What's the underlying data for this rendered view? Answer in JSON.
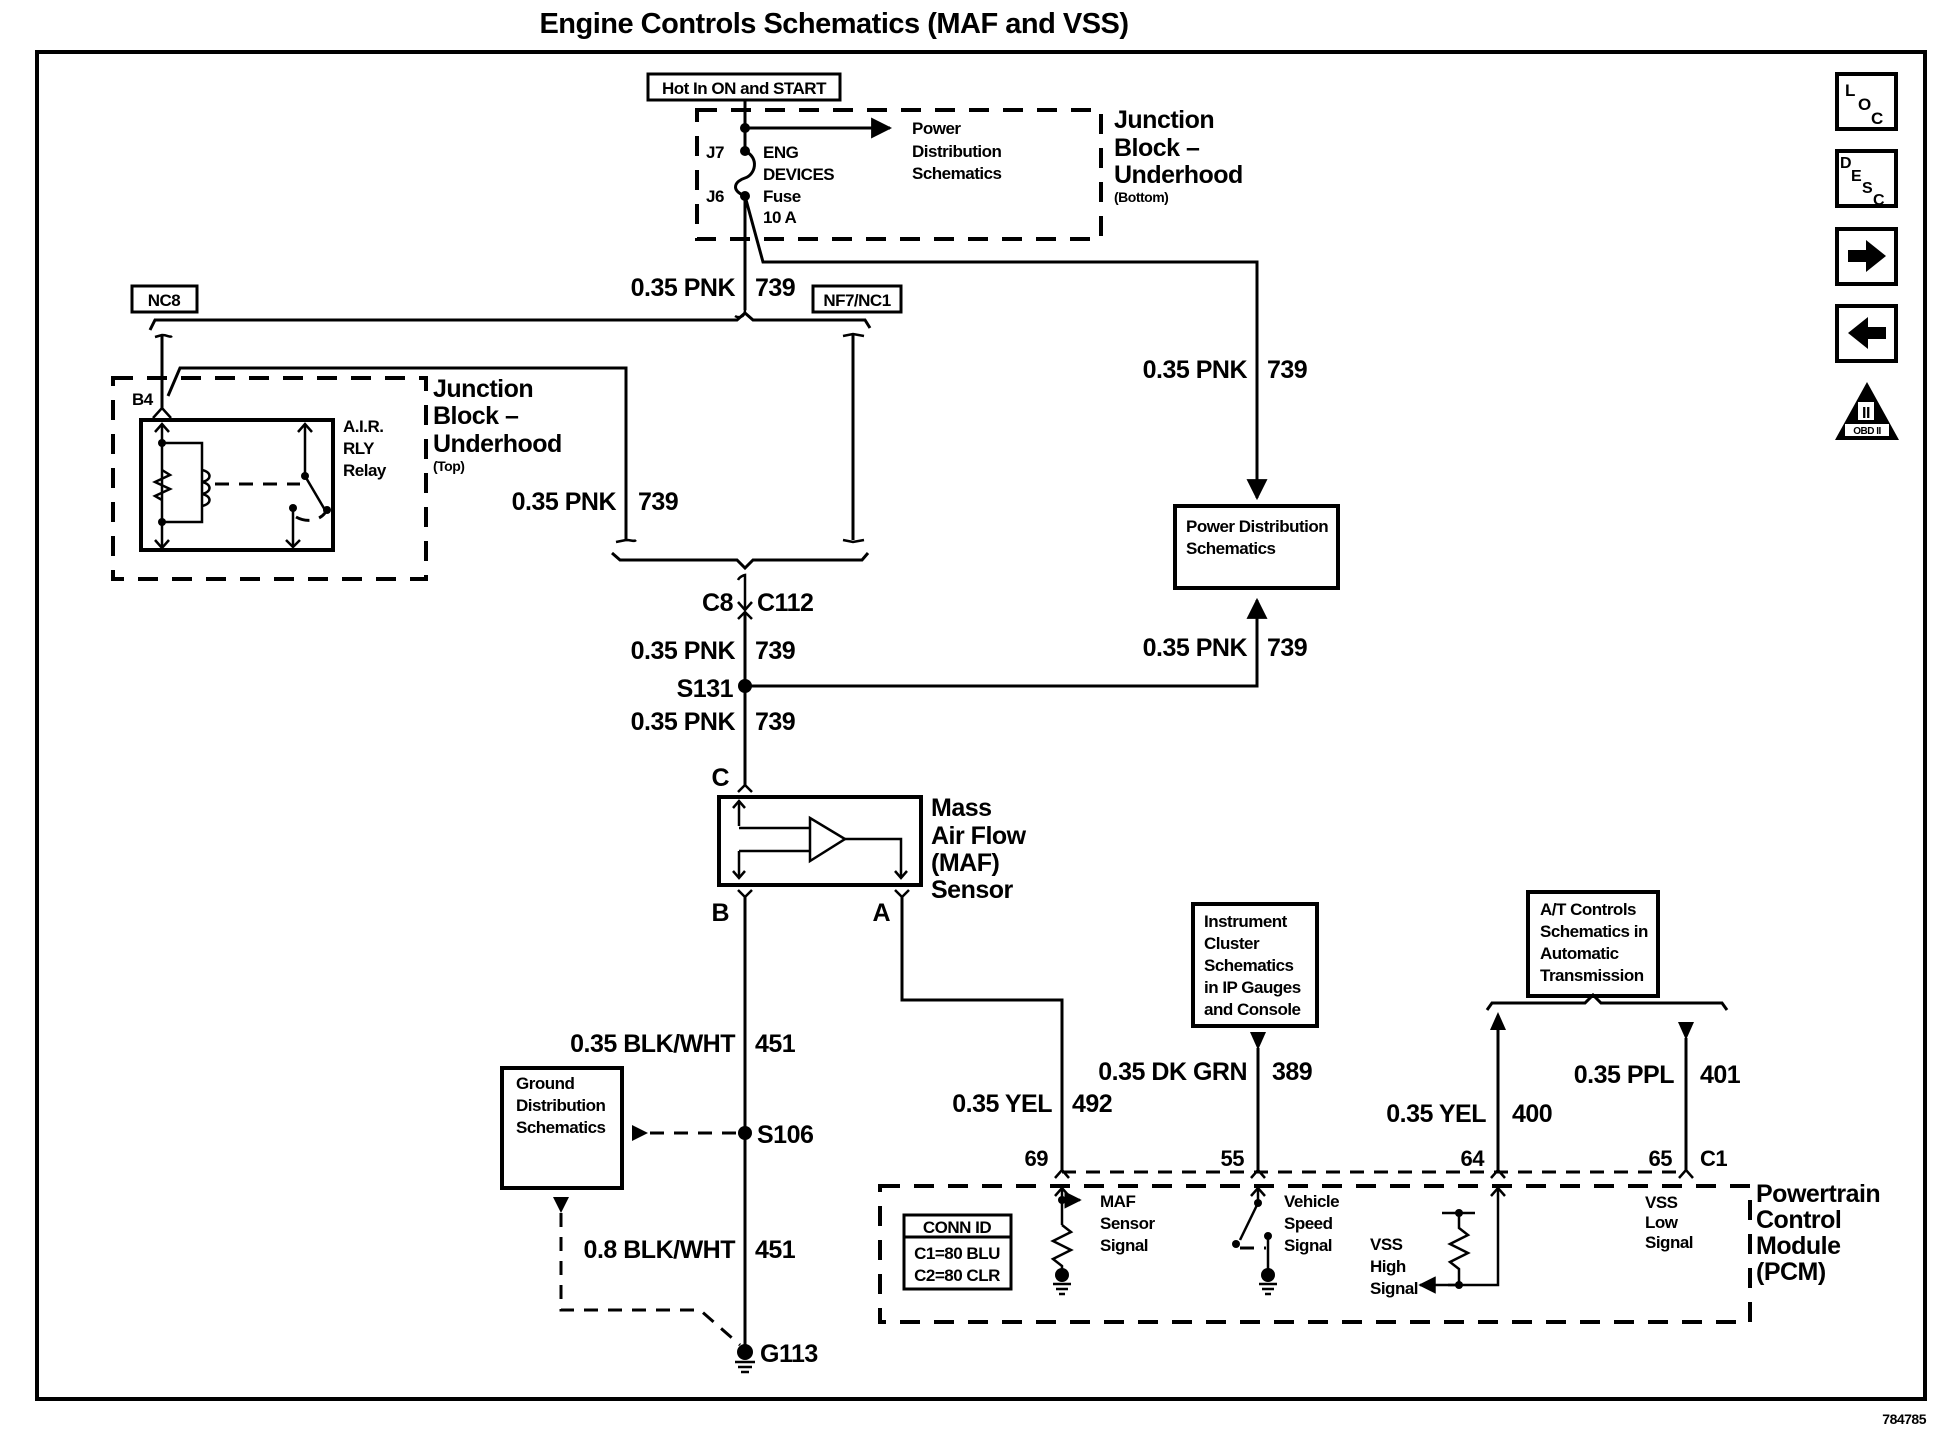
{
  "title": "Engine Controls Schematics (MAF and VSS)",
  "figure_id": "784785",
  "nav_icons": [
    {
      "name": "loc-icon",
      "label": "LOC"
    },
    {
      "name": "desc-icon",
      "label": "DESC"
    },
    {
      "name": "next-arrow-icon",
      "label": "→"
    },
    {
      "name": "prev-arrow-icon",
      "label": "←"
    },
    {
      "name": "obd2-icon",
      "label": "OBD II",
      "numeral": "II"
    }
  ],
  "power_source": "Hot In ON and START",
  "junction_block_bottom": {
    "lines": [
      "Junction",
      "Block –",
      "Underhood"
    ],
    "sub": "(Bottom)",
    "pin_top": "J7",
    "pin_bottom": "J6",
    "fuse_lines": [
      "ENG",
      "DEVICES",
      "Fuse",
      "10 A"
    ],
    "ref_lines": [
      "Power",
      "Distribution",
      "Schematics"
    ]
  },
  "junction_block_top": {
    "lines": [
      "Junction",
      "Block –",
      "Underhood"
    ],
    "sub": "(Top)",
    "pin": "B4",
    "relay_lines": [
      "A.I.R.",
      "RLY",
      "Relay"
    ]
  },
  "connector_tags": {
    "nc8": "NC8",
    "nf7_nc1": "NF7/NC1"
  },
  "wires": {
    "w1": {
      "gauge_color": "0.35 PNK",
      "circuit": "739"
    },
    "w2": {
      "gauge_color": "0.35 PNK",
      "circuit": "739"
    },
    "w3": {
      "gauge_color": "0.35 PNK",
      "circuit": "739"
    },
    "w4": {
      "gauge_color": "0.35 PNK",
      "circuit": "739"
    },
    "w5": {
      "gauge_color": "0.35 PNK",
      "circuit": "739"
    },
    "w6": {
      "gauge_color": "0.35 PNK",
      "circuit": "739"
    },
    "w7": {
      "gauge_color": "0.35 BLK/WHT",
      "circuit": "451"
    },
    "w8": {
      "gauge_color": "0.8 BLK/WHT",
      "circuit": "451"
    },
    "w9": {
      "gauge_color": "0.35 YEL",
      "circuit": "492"
    },
    "w10": {
      "gauge_color": "0.35 DK GRN",
      "circuit": "389"
    },
    "w11": {
      "gauge_color": "0.35 YEL",
      "circuit": "400"
    },
    "w12": {
      "gauge_color": "0.35 PPL",
      "circuit": "401"
    }
  },
  "connectors": {
    "c8": "C8",
    "c112": "C112",
    "maf_c": "C",
    "maf_b": "B",
    "maf_a": "A",
    "pcm_c1": "C1"
  },
  "splices": {
    "s131": "S131",
    "s106": "S106",
    "g113": "G113"
  },
  "power_dist_box": [
    "Power Distribution",
    "Schematics"
  ],
  "maf_sensor": [
    "Mass",
    "Air Flow",
    "(MAF)",
    "Sensor"
  ],
  "ground_dist_box": [
    "Ground",
    "Distribution",
    "Schematics"
  ],
  "instrument_box": [
    "Instrument",
    "Cluster",
    "Schematics",
    "in IP Gauges",
    "and Console"
  ],
  "at_box": [
    "A/T Controls",
    "Schematics in",
    "Automatic",
    "Transmission"
  ],
  "pcm": {
    "lines": [
      "Powertrain",
      "Control",
      "Module",
      "(PCM)"
    ],
    "pins": {
      "p69": "69",
      "p55": "55",
      "p64": "64",
      "p65": "65"
    },
    "maf_signal": [
      "MAF",
      "Sensor",
      "Signal"
    ],
    "vss_signal": [
      "Vehicle",
      "Speed",
      "Signal"
    ],
    "vss_high": [
      "VSS",
      "High",
      "Signal"
    ],
    "vss_low": [
      "VSS",
      "Low",
      "Signal"
    ],
    "conn_id": {
      "header": "CONN ID",
      "rows": [
        "C1=80 BLU",
        "C2=80 CLR"
      ]
    }
  }
}
